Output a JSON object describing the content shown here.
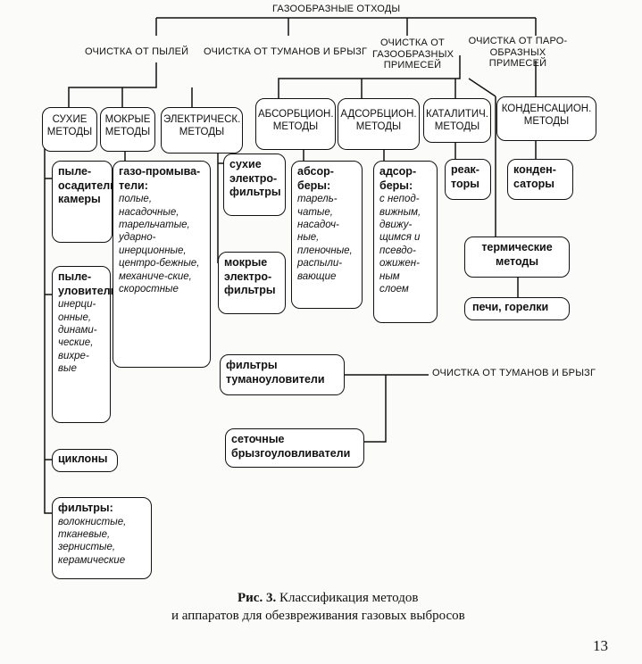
{
  "root": "ГАЗООБРАЗНЫЕ ОТХОДЫ",
  "branches": {
    "dust": "ОЧИСТКА ОТ ПЫЛЕЙ",
    "mist": "ОЧИСТКА ОТ ТУМАНОВ И БРЫЗГ",
    "gas": "ОЧИСТКА ОТ ГАЗООБРАЗНЫХ ПРИМЕСЕЙ",
    "vapor": "ОЧИСТКА ОТ ПАРО-ОБРАЗНЫХ ПРИМЕСЕЙ"
  },
  "methods": {
    "dry": "СУХИЕ МЕТОДЫ",
    "wet": "МОКРЫЕ МЕТОДЫ",
    "electric": "ЭЛЕКТРИЧЕСК. МЕТОДЫ",
    "absorption": "АБСОРБЦИОН. МЕТОДЫ",
    "adsorption": "АДСОРБЦИОН. МЕТОДЫ",
    "catalytic": "КАТАЛИТИЧ. МЕТОДЫ",
    "condensation": "КОНДЕНСАЦИОН. МЕТОДЫ"
  },
  "devices": {
    "dust_chambers": "пыле-осадительные камеры",
    "dust_catchers_title": "пыле-уловители:",
    "dust_catchers_list": "инерци-онные, динами-ческие, вихре-вые",
    "cyclones": "циклоны",
    "filters_title": "фильтры:",
    "filters_list": "волокнистые, тканевые, зернистые, керамические",
    "scrubbers_title": "газо-промыва-тели:",
    "scrubbers_list": "полые, насадочные, тарельчатые, ударно-инерционные, центро-бежные, механиче-ские, скоростные",
    "dry_electro": "сухие электро-фильтры",
    "wet_electro": "мокрые электро-фильтры",
    "absorbers_title": "абсор-беры:",
    "absorbers_list": "тарель-чатые, насадоч-ные, пленочные, распыли-вающие",
    "adsorbers_title": "адсор-беры:",
    "adsorbers_list": "с непод-вижным, движу-щимся и псевдо-ожижен-ным слоем",
    "reactors": "реак-торы",
    "condensers": "конден-саторы",
    "thermal": "термические методы",
    "furnaces": "печи, горелки",
    "mist_filters": "фильтры туманоуловители",
    "mesh": "сеточные брызгоуловливатели"
  },
  "caption": {
    "label": "Рис. 3.",
    "line1": "Классификация методов",
    "line2": "и аппаратов для обезвреживания газовых выбросов"
  },
  "page_number": "13"
}
